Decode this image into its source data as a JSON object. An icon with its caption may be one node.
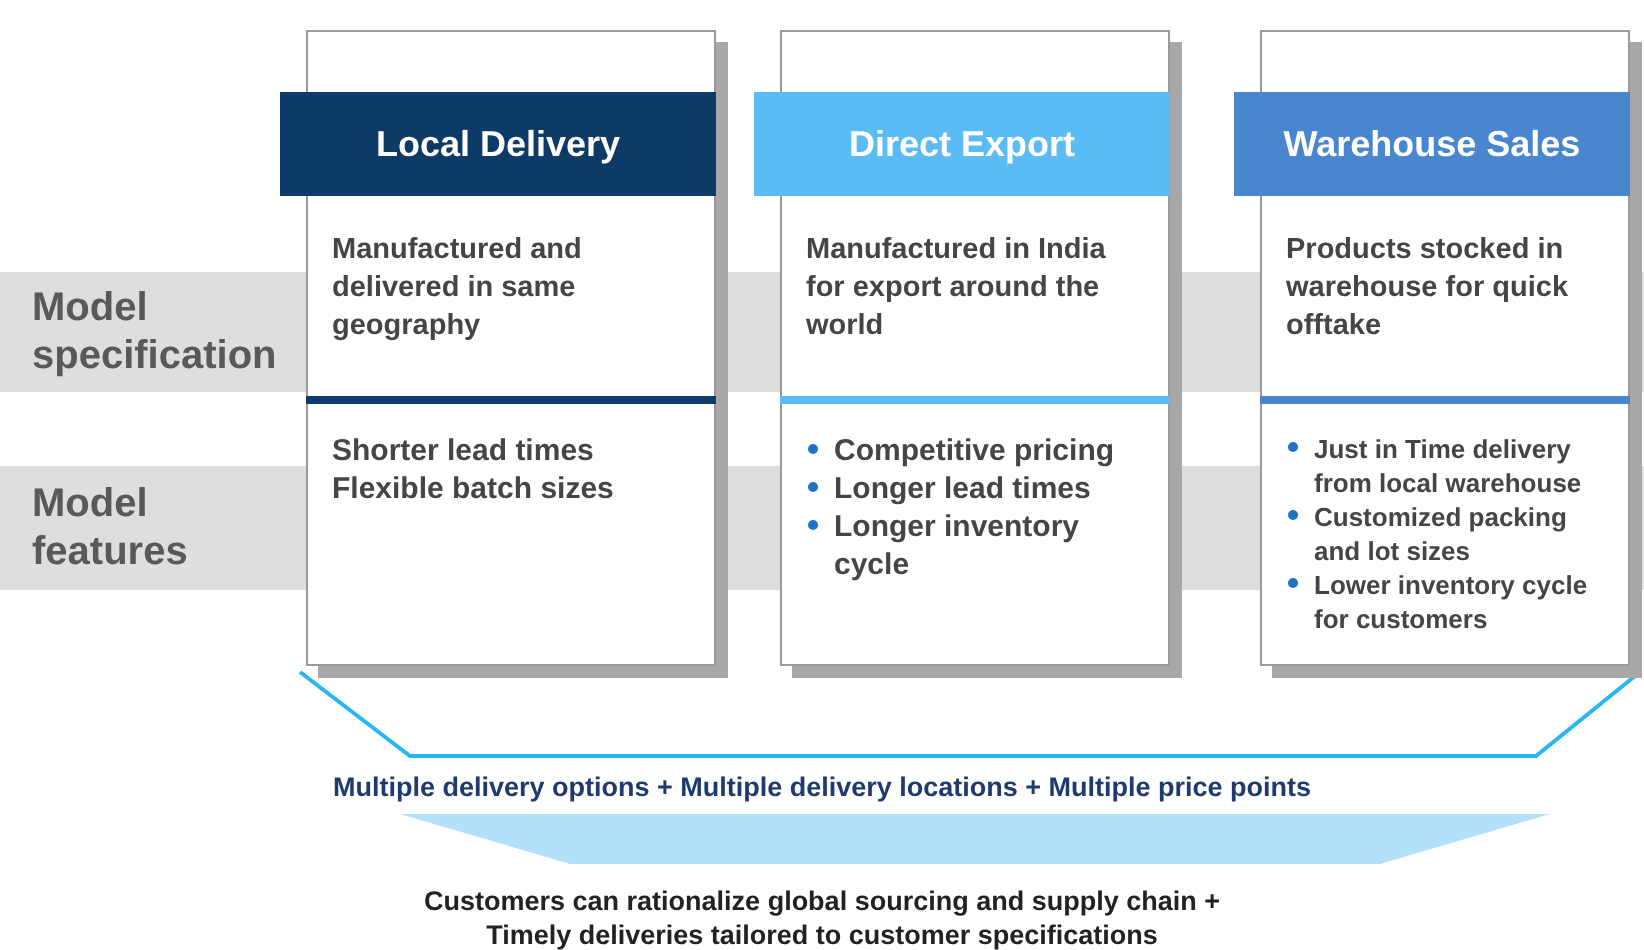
{
  "diagram": {
    "nodes": [
      {
        "text": [
          "Local Delivery",
          "Manufactured and delivered in same geography",
          "Shorter lead times",
          "Flexible batch sizes"
        ]
      },
      {
        "text": [
          "Direct Export",
          "Manufactured in India for export around the world",
          "Competitive pricing",
          "Longer lead times",
          "Longer inventory cycle"
        ]
      },
      {
        "text": [
          "Warehouse Sales",
          "Products stocked in warehouse for quick offtake",
          "Just  in Time delivery from local warehouse",
          "Customized packing and lot sizes",
          "Lower inventory cycle for customers"
        ]
      },
      {
        "text": [
          "Model specification"
        ]
      },
      {
        "text": [
          "Model features"
        ]
      },
      {
        "text": [],
        "shape": "funnel"
      }
    ],
    "labels": [
      "Multiple delivery options + Multiple delivery locations + Multiple price points",
      "Customers can rationalize global sourcing and supply chain + Timely deliveries tailored to customer specifications"
    ]
  }
}
